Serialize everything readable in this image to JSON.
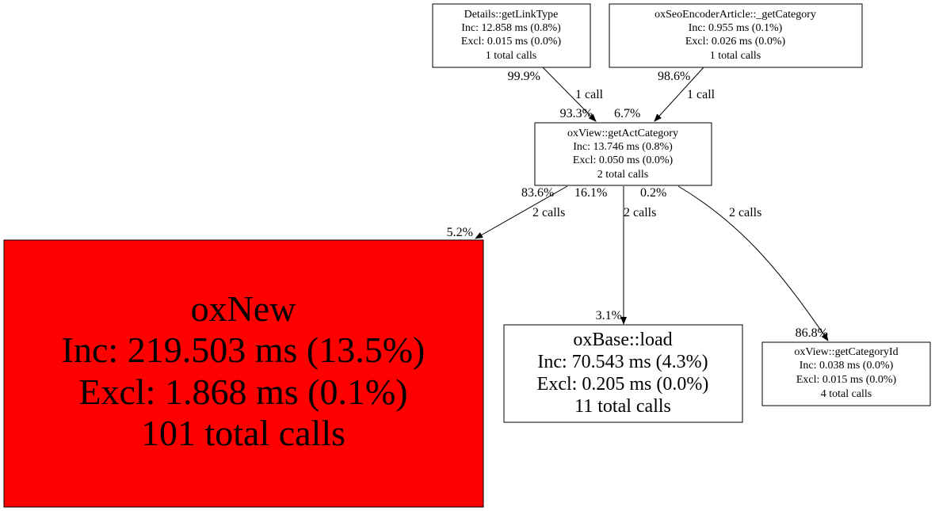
{
  "nodes": [
    {
      "id": "details_getlinktype",
      "lines": [
        "Details::getLinkType",
        "Inc: 12.858 ms (0.8%)",
        "Excl: 0.015 ms (0.0%)",
        "1 total calls"
      ],
      "fill": "#ffffff"
    },
    {
      "id": "oxseoencoderarticle_getcategory",
      "lines": [
        "oxSeoEncoderArticle::_getCategory",
        "Inc: 0.955 ms (0.1%)",
        "Excl: 0.026 ms (0.0%)",
        "1 total calls"
      ],
      "fill": "#ffffff"
    },
    {
      "id": "oxview_getactcategory",
      "lines": [
        "oxView::getActCategory",
        "Inc: 13.746 ms (0.8%)",
        "Excl: 0.050 ms (0.0%)",
        "2 total calls"
      ],
      "fill": "#ffffff"
    },
    {
      "id": "oxnew",
      "lines": [
        "oxNew",
        "Inc: 219.503 ms (13.5%)",
        "Excl: 1.868 ms (0.1%)",
        "101 total calls"
      ],
      "fill": "#ff0000"
    },
    {
      "id": "oxbase_load",
      "lines": [
        "oxBase::load",
        "Inc: 70.543 ms (4.3%)",
        "Excl: 0.205 ms (0.0%)",
        "11 total calls"
      ],
      "fill": "#ffffff"
    },
    {
      "id": "oxview_getcategoryid",
      "lines": [
        "oxView::getCategoryId",
        "Inc: 0.038 ms (0.0%)",
        "Excl: 0.015 ms (0.0%)",
        "4 total calls"
      ],
      "fill": "#ffffff"
    }
  ],
  "edges": [
    {
      "from": "details_getlinktype",
      "to": "oxview_getactcategory",
      "tail_label": "99.9%",
      "label": "1 call",
      "head_label": "93.3%"
    },
    {
      "from": "oxseoencoderarticle_getcategory",
      "to": "oxview_getactcategory",
      "tail_label": "98.6%",
      "label": "1 call",
      "head_label": "6.7%"
    },
    {
      "from": "oxview_getactcategory",
      "to": "oxnew",
      "tail_label": "83.6%",
      "label": "2 calls",
      "head_label": "5.2%"
    },
    {
      "from": "oxview_getactcategory",
      "to": "oxbase_load",
      "tail_label": "16.1%",
      "label": "2 calls",
      "head_label": "3.1%"
    },
    {
      "from": "oxview_getactcategory",
      "to": "oxview_getcategoryid",
      "tail_label": "0.2%",
      "label": "2 calls",
      "head_label": "86.8%"
    }
  ]
}
